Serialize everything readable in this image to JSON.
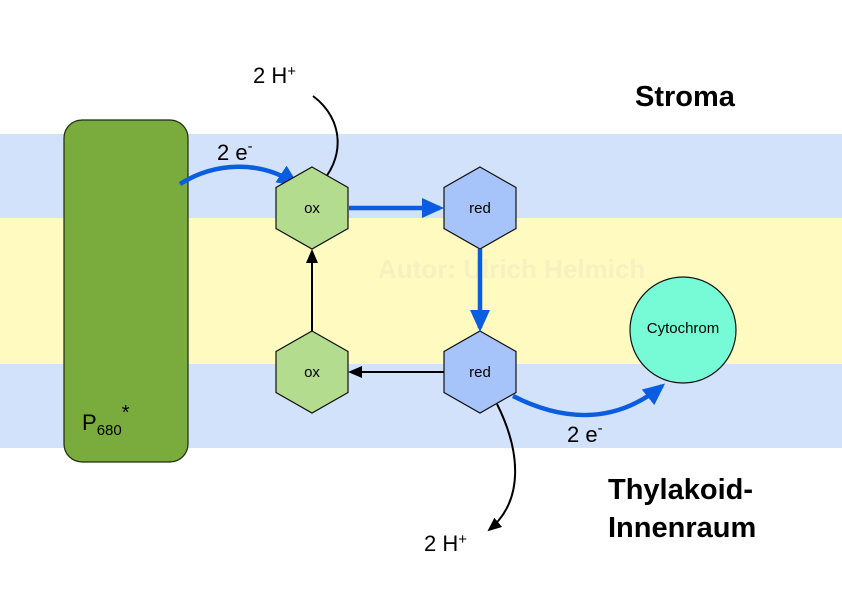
{
  "regions": {
    "stroma": "Stroma",
    "lumen_line1": "Thylakoid-",
    "lumen_line2": "Innenraum"
  },
  "membrane": {
    "outer_color": "#d3e2fb",
    "inner_color": "#fefac0"
  },
  "photosystem": {
    "label_main": "P",
    "label_sub": "680",
    "label_sup": "*",
    "color": "#7aab3d"
  },
  "quinones": [
    {
      "id": "ox-top",
      "label": "ox",
      "state": "oxidized",
      "color": "#b3dc8f"
    },
    {
      "id": "red-top",
      "label": "red",
      "state": "reduced",
      "color": "#a7c4fa"
    },
    {
      "id": "ox-bottom",
      "label": "ox",
      "state": "oxidized",
      "color": "#b3dc8f"
    },
    {
      "id": "red-bottom",
      "label": "red",
      "state": "reduced",
      "color": "#a7c4fa"
    }
  ],
  "cytochrom": {
    "label": "Cytochrom",
    "color": "#77fbd6"
  },
  "annotations": {
    "electrons_in": {
      "num": "2 e",
      "sup": "-"
    },
    "electrons_out": {
      "num": "2 e",
      "sup": "-"
    },
    "protons_in": {
      "num": "2 H",
      "sup": "+"
    },
    "protons_out": {
      "num": "2 H",
      "sup": "+"
    }
  },
  "watermark": "Autor: Ulrich Helmich",
  "arrow_colors": {
    "electron": "#0a5ce0",
    "proton": "#000000"
  }
}
